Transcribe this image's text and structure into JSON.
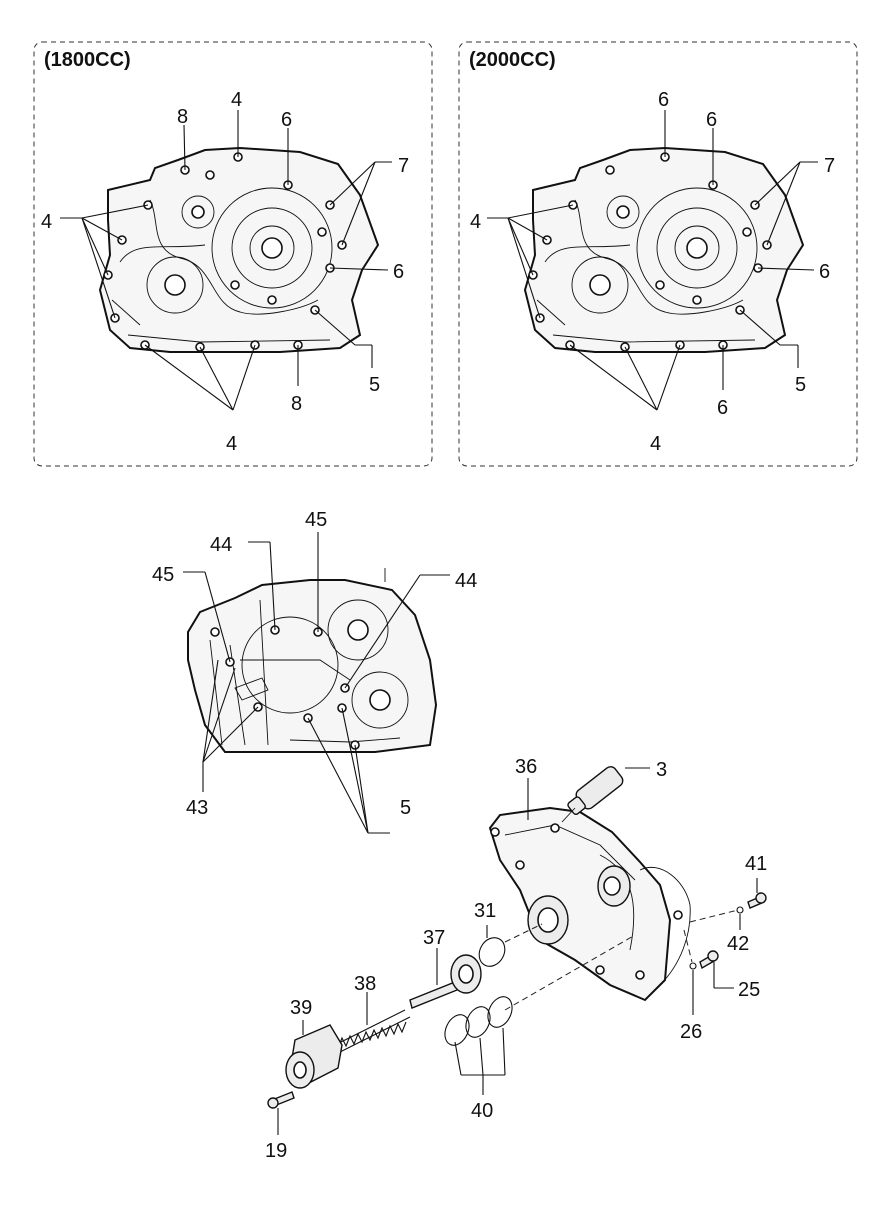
{
  "panels": {
    "left": {
      "title": "(1800CC)"
    },
    "right": {
      "title": "(2000CC)"
    }
  },
  "callouts": {
    "p1": [
      {
        "id": "p1-4a",
        "text": "4"
      },
      {
        "id": "p1-8a",
        "text": "8"
      },
      {
        "id": "p1-6a",
        "text": "6"
      },
      {
        "id": "p1-7",
        "text": "7"
      },
      {
        "id": "p1-4b",
        "text": "4"
      },
      {
        "id": "p1-6b",
        "text": "6"
      },
      {
        "id": "p1-5",
        "text": "5"
      },
      {
        "id": "p1-8b",
        "text": "8"
      },
      {
        "id": "p1-4c",
        "text": "4"
      }
    ],
    "p2": [
      {
        "id": "p2-6a",
        "text": "6"
      },
      {
        "id": "p2-6b",
        "text": "6"
      },
      {
        "id": "p2-7",
        "text": "7"
      },
      {
        "id": "p2-4a",
        "text": "4"
      },
      {
        "id": "p2-6c",
        "text": "6"
      },
      {
        "id": "p2-5",
        "text": "5"
      },
      {
        "id": "p2-6d",
        "text": "6"
      },
      {
        "id": "p2-4b",
        "text": "4"
      }
    ],
    "p3": [
      {
        "id": "p3-45a",
        "text": "45"
      },
      {
        "id": "p3-44a",
        "text": "44"
      },
      {
        "id": "p3-45b",
        "text": "45"
      },
      {
        "id": "p3-44b",
        "text": "44"
      },
      {
        "id": "p3-43",
        "text": "43"
      },
      {
        "id": "p3-5",
        "text": "5"
      }
    ],
    "p4": [
      {
        "id": "p4-36",
        "text": "36"
      },
      {
        "id": "p4-3",
        "text": "3"
      },
      {
        "id": "p4-41",
        "text": "41"
      },
      {
        "id": "p4-31",
        "text": "31"
      },
      {
        "id": "p4-42",
        "text": "42"
      },
      {
        "id": "p4-37",
        "text": "37"
      },
      {
        "id": "p4-25",
        "text": "25"
      },
      {
        "id": "p4-38",
        "text": "38"
      },
      {
        "id": "p4-39",
        "text": "39"
      },
      {
        "id": "p4-26",
        "text": "26"
      },
      {
        "id": "p4-40",
        "text": "40"
      },
      {
        "id": "p4-19",
        "text": "19"
      }
    ]
  }
}
